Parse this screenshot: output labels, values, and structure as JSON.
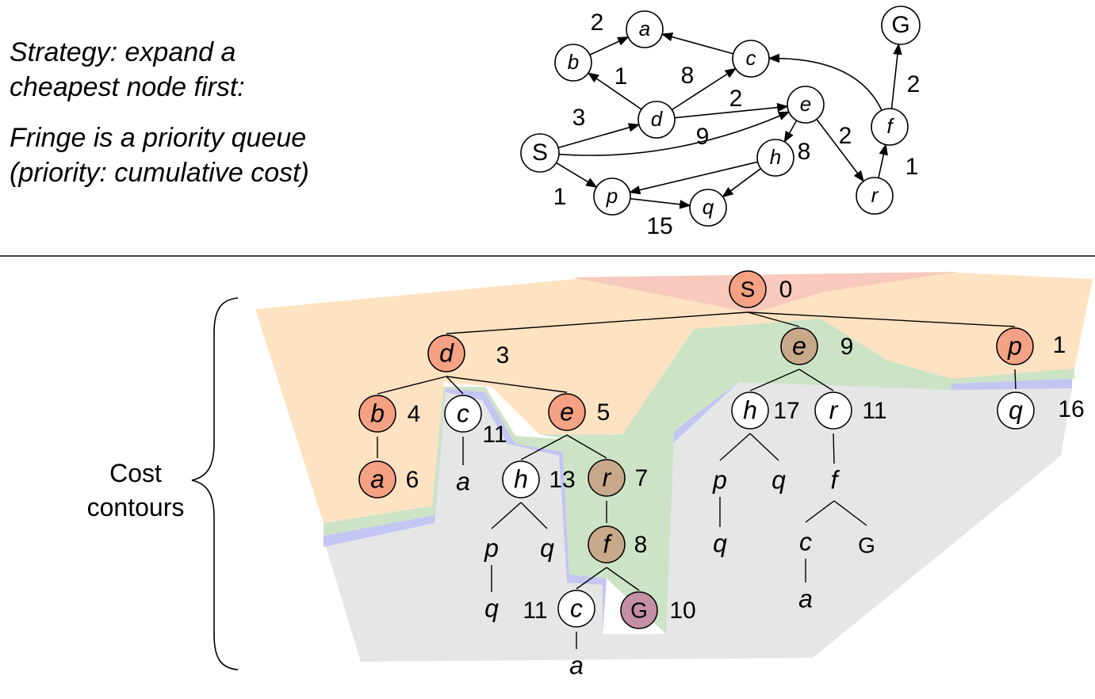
{
  "strategy_text": [
    "Strategy: expand a",
    "cheapest node first:"
  ],
  "fringe_text": [
    "Fringe is a priority queue",
    "(priority: cumulative cost)"
  ],
  "contours_label": [
    "Cost",
    "contours"
  ],
  "graph": {
    "nodes": [
      {
        "id": "S",
        "label": "S",
        "italic": false
      },
      {
        "id": "a",
        "label": "a",
        "italic": true
      },
      {
        "id": "b",
        "label": "b",
        "italic": true
      },
      {
        "id": "c",
        "label": "c",
        "italic": true
      },
      {
        "id": "d",
        "label": "d",
        "italic": true
      },
      {
        "id": "e",
        "label": "e",
        "italic": true
      },
      {
        "id": "f",
        "label": "f",
        "italic": true
      },
      {
        "id": "G",
        "label": "G",
        "italic": false
      },
      {
        "id": "h",
        "label": "h",
        "italic": true
      },
      {
        "id": "p",
        "label": "p",
        "italic": true
      },
      {
        "id": "q",
        "label": "q",
        "italic": true
      },
      {
        "id": "r",
        "label": "r",
        "italic": true
      }
    ],
    "edges": [
      {
        "from": "b",
        "to": "a",
        "cost": "2"
      },
      {
        "from": "c",
        "to": "a",
        "cost": ""
      },
      {
        "from": "d",
        "to": "b",
        "cost": "1"
      },
      {
        "from": "d",
        "to": "c",
        "cost": "8"
      },
      {
        "from": "d",
        "to": "e",
        "cost": "2"
      },
      {
        "from": "S",
        "to": "d",
        "cost": "3"
      },
      {
        "from": "S",
        "to": "e",
        "cost": "9"
      },
      {
        "from": "S",
        "to": "p",
        "cost": "1"
      },
      {
        "from": "e",
        "to": "h",
        "cost": "8"
      },
      {
        "from": "e",
        "to": "r",
        "cost": "2"
      },
      {
        "from": "h",
        "to": "p",
        "cost": ""
      },
      {
        "from": "h",
        "to": "q",
        "cost": ""
      },
      {
        "from": "p",
        "to": "q",
        "cost": "15"
      },
      {
        "from": "r",
        "to": "f",
        "cost": "1"
      },
      {
        "from": "f",
        "to": "c",
        "cost": ""
      },
      {
        "from": "f",
        "to": "G",
        "cost": "2"
      }
    ]
  },
  "search_tree": {
    "nodes": [
      {
        "id": "n_S",
        "label": "S",
        "italic": false,
        "cost": "0",
        "state": "expanded",
        "color": "#f4a184"
      },
      {
        "id": "n_d",
        "label": "d",
        "italic": true,
        "cost": "3",
        "state": "expanded",
        "color": "#f4a184"
      },
      {
        "id": "n_e9",
        "label": "e",
        "italic": true,
        "cost": "9",
        "state": "expanded",
        "color": "#c9a98b"
      },
      {
        "id": "n_p1",
        "label": "p",
        "italic": true,
        "cost": "1",
        "state": "expanded",
        "color": "#f4a184"
      },
      {
        "id": "n_b",
        "label": "b",
        "italic": true,
        "cost": "4",
        "state": "expanded",
        "color": "#f4a184"
      },
      {
        "id": "n_c11",
        "label": "c",
        "italic": true,
        "cost": "11",
        "state": "fringe",
        "color": ""
      },
      {
        "id": "n_e5",
        "label": "e",
        "italic": true,
        "cost": "5",
        "state": "expanded",
        "color": "#f4a184"
      },
      {
        "id": "n_h17",
        "label": "h",
        "italic": true,
        "cost": "17",
        "state": "fringe",
        "color": ""
      },
      {
        "id": "n_r11",
        "label": "r",
        "italic": true,
        "cost": "11",
        "state": "fringe",
        "color": ""
      },
      {
        "id": "n_q16",
        "label": "q",
        "italic": true,
        "cost": "16",
        "state": "fringe",
        "color": ""
      },
      {
        "id": "n_a6",
        "label": "a",
        "italic": true,
        "cost": "6",
        "state": "expanded",
        "color": "#f4a184"
      },
      {
        "id": "n_a_c",
        "label": "a",
        "italic": true,
        "cost": "",
        "state": "plain",
        "color": ""
      },
      {
        "id": "n_h13",
        "label": "h",
        "italic": true,
        "cost": "13",
        "state": "fringe",
        "color": ""
      },
      {
        "id": "n_r7",
        "label": "r",
        "italic": true,
        "cost": "7",
        "state": "expanded",
        "color": "#c9a98b"
      },
      {
        "id": "n_p_h17",
        "label": "p",
        "italic": true,
        "cost": "",
        "state": "plain",
        "color": ""
      },
      {
        "id": "n_q_h17",
        "label": "q",
        "italic": true,
        "cost": "",
        "state": "plain",
        "color": ""
      },
      {
        "id": "n_f_r11",
        "label": "f",
        "italic": true,
        "cost": "",
        "state": "plain",
        "color": ""
      },
      {
        "id": "n_p_h13",
        "label": "p",
        "italic": true,
        "cost": "",
        "state": "plain",
        "color": ""
      },
      {
        "id": "n_q_h13",
        "label": "q",
        "italic": true,
        "cost": "",
        "state": "plain",
        "color": ""
      },
      {
        "id": "n_f8",
        "label": "f",
        "italic": true,
        "cost": "8",
        "state": "expanded",
        "color": "#c9a98b"
      },
      {
        "id": "n_q_p",
        "label": "q",
        "italic": true,
        "cost": "",
        "state": "plain",
        "color": ""
      },
      {
        "id": "n_c_f",
        "label": "c",
        "italic": true,
        "cost": "",
        "state": "plain",
        "color": ""
      },
      {
        "id": "n_G_f",
        "label": "G",
        "italic": false,
        "cost": "",
        "state": "plain",
        "color": ""
      },
      {
        "id": "n_q_p13",
        "label": "q",
        "italic": true,
        "cost": "",
        "state": "plain",
        "color": ""
      },
      {
        "id": "n_c11b",
        "label": "c",
        "italic": true,
        "cost": "11",
        "state": "fringe",
        "color": ""
      },
      {
        "id": "n_G10",
        "label": "G",
        "italic": false,
        "cost": "10",
        "state": "goal",
        "color": "#c58fa6"
      },
      {
        "id": "n_a_cf",
        "label": "a",
        "italic": true,
        "cost": "",
        "state": "plain",
        "color": ""
      },
      {
        "id": "n_a_c11b",
        "label": "a",
        "italic": true,
        "cost": "",
        "state": "plain",
        "color": ""
      }
    ],
    "edges": [
      [
        "n_S",
        "n_d"
      ],
      [
        "n_S",
        "n_e9"
      ],
      [
        "n_S",
        "n_p1"
      ],
      [
        "n_d",
        "n_b"
      ],
      [
        "n_d",
        "n_c11"
      ],
      [
        "n_d",
        "n_e5"
      ],
      [
        "n_e9",
        "n_h17"
      ],
      [
        "n_e9",
        "n_r11"
      ],
      [
        "n_p1",
        "n_q16"
      ],
      [
        "n_b",
        "n_a6"
      ],
      [
        "n_c11",
        "n_a_c"
      ],
      [
        "n_e5",
        "n_h13"
      ],
      [
        "n_e5",
        "n_r7"
      ],
      [
        "n_h17",
        "n_p_h17"
      ],
      [
        "n_h17",
        "n_q_h17"
      ],
      [
        "n_r11",
        "n_f_r11"
      ],
      [
        "n_h13",
        "n_p_h13"
      ],
      [
        "n_h13",
        "n_q_h13"
      ],
      [
        "n_r7",
        "n_f8"
      ],
      [
        "n_p_h17",
        "n_q_p"
      ],
      [
        "n_f_r11",
        "n_c_f"
      ],
      [
        "n_f_r11",
        "n_G_f"
      ],
      [
        "n_p_h13",
        "n_q_p13"
      ],
      [
        "n_f8",
        "n_c11b"
      ],
      [
        "n_f8",
        "n_G10"
      ],
      [
        "n_c_f",
        "n_a_cf"
      ],
      [
        "n_c11b",
        "n_a_c11b"
      ]
    ]
  },
  "contour_colors": {
    "band_0": "#f8c9bd",
    "band_1": "#fde3c2",
    "band_2": "#cde3c6",
    "band_3": "#c3c5f2",
    "band_4": "#e6e6e6"
  }
}
